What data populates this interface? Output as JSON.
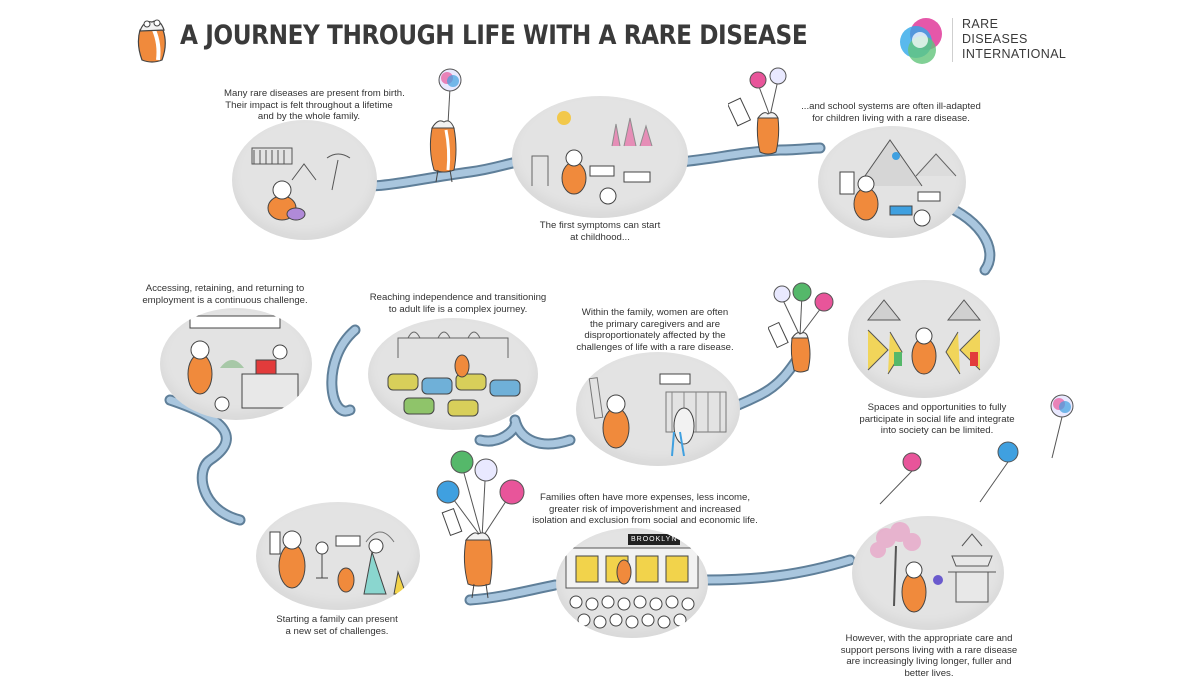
{
  "header": {
    "title": "A JOURNEY THROUGH LIFE WITH A RARE DISEASE",
    "org_lines": [
      "RARE",
      "DISEASES",
      "INTERNATIONAL"
    ]
  },
  "captions": {
    "birth": [
      "Many rare diseases are present from birth.",
      "Their impact is felt throughout a lifetime",
      "and by the whole family."
    ],
    "symptoms": [
      "The first symptoms can start",
      "at childhood..."
    ],
    "school": [
      "...and school systems are often ill-adapted",
      "for children living with a rare disease."
    ],
    "employment": [
      "Accessing, retaining, and returning to",
      "employment is a continuous challenge."
    ],
    "independence": [
      "Reaching independence and transitioning",
      "to adult life is a complex journey."
    ],
    "women": [
      "Within the family, women are often",
      "the primary caregivers and are",
      "disproportionately affected by the",
      "challenges of life with a rare disease."
    ],
    "social": [
      "Spaces and opportunities to fully",
      "participate in social life and integrate",
      "into society can be limited."
    ],
    "family": [
      "Starting a family can present",
      "a new set of challenges."
    ],
    "expenses": [
      "Families often have more expenses, less income,",
      "greater risk of impoverishment and increased",
      "isolation and exclusion from social and economic life."
    ],
    "care": [
      "However, with the appropriate care and",
      "support persons living with a rare disease",
      "are increasingly living longer, fuller and",
      "better lives."
    ]
  },
  "sign_labels": {
    "brooklyn": "BROOKLYN"
  },
  "colors": {
    "road": "#a9c6de",
    "road_edge": "#5f7f99",
    "scene_bg": "#e3e3e3",
    "mascot_orange": "#f08a3c",
    "balloon_pink": "#e8559a",
    "balloon_green": "#55b86a",
    "balloon_blue": "#3fa0e0",
    "logo_pink": "#e0399a",
    "logo_blue": "#2fa8e8",
    "logo_green": "#62c47a"
  }
}
